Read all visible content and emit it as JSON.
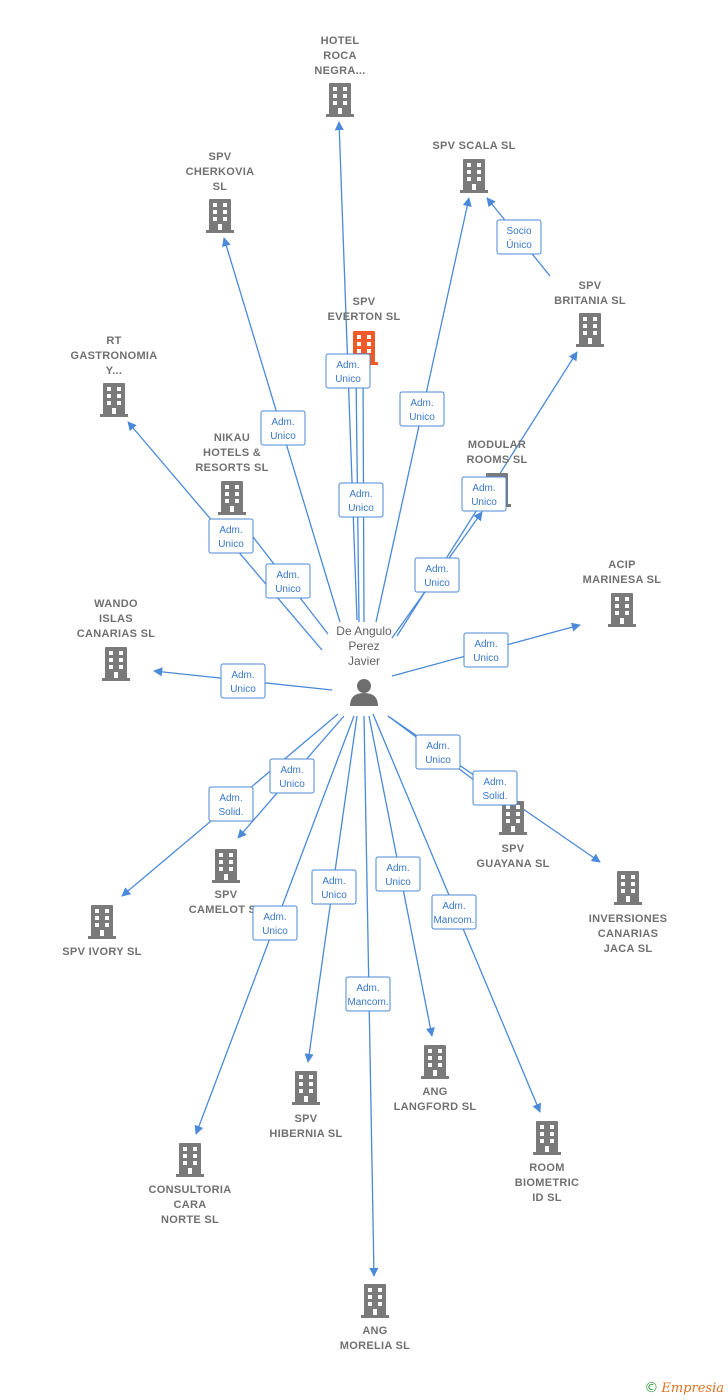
{
  "colors": {
    "edge": "#4a8ad8",
    "building": "#7a7a7a",
    "building_highlight": "#f05a28",
    "person": "#6e6e6e",
    "text": "#707070",
    "footer_copyright": "#3a9a40",
    "footer_brand": "#e07020"
  },
  "center": {
    "name_lines": [
      "De Angulo",
      "Perez",
      "Javier"
    ],
    "icon": "person-icon"
  },
  "companies": [
    {
      "id": "hotel-roca-negra",
      "lines": [
        "HOTEL",
        "ROCA",
        "NEGRA..."
      ],
      "icon": "building-icon"
    },
    {
      "id": "spv-scala",
      "lines": [
        "SPV SCALA  SL"
      ],
      "icon": "building-icon"
    },
    {
      "id": "spv-cherkovia",
      "lines": [
        "SPV",
        "CHERKOVIA",
        "SL"
      ],
      "icon": "building-icon"
    },
    {
      "id": "spv-everton",
      "lines": [
        "SPV",
        "EVERTON  SL"
      ],
      "icon": "building-icon",
      "highlight": true
    },
    {
      "id": "spv-britania",
      "lines": [
        "SPV",
        "BRITANIA  SL"
      ],
      "icon": "building-icon"
    },
    {
      "id": "rt-gastronomia",
      "lines": [
        "RT",
        "GASTRONOMIA",
        "Y..."
      ],
      "icon": "building-icon"
    },
    {
      "id": "nikau-hotels",
      "lines": [
        "NIKAU",
        "HOTELS &",
        "RESORTS  SL"
      ],
      "icon": "building-icon"
    },
    {
      "id": "modular-rooms",
      "lines": [
        "MODULAR",
        "ROOMS  SL"
      ],
      "icon": "building-icon"
    },
    {
      "id": "acip-marinesa",
      "lines": [
        "ACIP",
        "MARINESA  SL"
      ],
      "icon": "building-icon"
    },
    {
      "id": "wando-islas",
      "lines": [
        "WANDO",
        "ISLAS",
        "CANARIAS  SL"
      ],
      "icon": "building-icon"
    },
    {
      "id": "spv-guayana",
      "lines": [
        "SPV",
        "GUAYANA  SL"
      ],
      "icon": "building-icon"
    },
    {
      "id": "spv-camelot",
      "lines": [
        "SPV",
        "CAMELOT  SL"
      ],
      "icon": "building-icon"
    },
    {
      "id": "inversiones-canarias",
      "lines": [
        "INVERSIONES",
        "CANARIAS",
        "JACA  SL"
      ],
      "icon": "building-icon"
    },
    {
      "id": "spv-ivory",
      "lines": [
        "SPV IVORY  SL"
      ],
      "icon": "building-icon"
    },
    {
      "id": "ang-langford",
      "lines": [
        "ANG",
        "LANGFORD  SL"
      ],
      "icon": "building-icon"
    },
    {
      "id": "spv-hibernia",
      "lines": [
        "SPV",
        "HIBERNIA  SL"
      ],
      "icon": "building-icon"
    },
    {
      "id": "room-biometric",
      "lines": [
        "ROOM",
        "BIOMETRIC",
        "ID  SL"
      ],
      "icon": "building-icon"
    },
    {
      "id": "consultoria-cara-norte",
      "lines": [
        "CONSULTORIA",
        "CARA",
        "NORTE  SL"
      ],
      "icon": "building-icon"
    },
    {
      "id": "ang-morelia",
      "lines": [
        "ANG",
        "MORELIA  SL"
      ],
      "icon": "building-icon"
    }
  ],
  "relations": [
    {
      "id": "rel-hotel-roca",
      "lines": [
        "Adm.",
        "Unico"
      ]
    },
    {
      "id": "rel-cherkovia",
      "lines": [
        "Adm.",
        "Unico"
      ]
    },
    {
      "id": "rel-everton",
      "lines": [
        "Adm.",
        "Unico"
      ]
    },
    {
      "id": "rel-everton-2",
      "lines": [
        "Adm.",
        "Unico"
      ]
    },
    {
      "id": "rel-scala",
      "lines": [
        "Adm.",
        "Unico"
      ]
    },
    {
      "id": "rel-britania-scala",
      "lines": [
        "Socio",
        "Único"
      ]
    },
    {
      "id": "rel-modular",
      "lines": [
        "Adm.",
        "Unico"
      ]
    },
    {
      "id": "rel-britania",
      "lines": [
        "Adm.",
        "Unico"
      ]
    },
    {
      "id": "rel-rt",
      "lines": [
        "Adm.",
        "Unico"
      ]
    },
    {
      "id": "rel-nikau",
      "lines": [
        "Adm.",
        "Unico"
      ]
    },
    {
      "id": "rel-acip",
      "lines": [
        "Adm.",
        "Unico"
      ]
    },
    {
      "id": "rel-wando",
      "lines": [
        "Adm.",
        "Unico"
      ]
    },
    {
      "id": "rel-guayana-unico",
      "lines": [
        "Adm.",
        "Unico"
      ]
    },
    {
      "id": "rel-guayana-solid",
      "lines": [
        "Adm.",
        "Solid."
      ]
    },
    {
      "id": "rel-camelot",
      "lines": [
        "Adm.",
        "Unico"
      ]
    },
    {
      "id": "rel-ivory",
      "lines": [
        "Adm.",
        "Solid."
      ]
    },
    {
      "id": "rel-consultoria",
      "lines": [
        "Adm.",
        "Unico"
      ]
    },
    {
      "id": "rel-hibernia",
      "lines": [
        "Adm.",
        "Unico"
      ]
    },
    {
      "id": "rel-langford",
      "lines": [
        "Adm.",
        "Unico"
      ]
    },
    {
      "id": "rel-room",
      "lines": [
        "Adm.",
        "Mancom."
      ]
    },
    {
      "id": "rel-morelia",
      "lines": [
        "Adm.",
        "Mancom."
      ]
    }
  ],
  "footer": {
    "copyright": "©",
    "brand": "Empresia"
  }
}
